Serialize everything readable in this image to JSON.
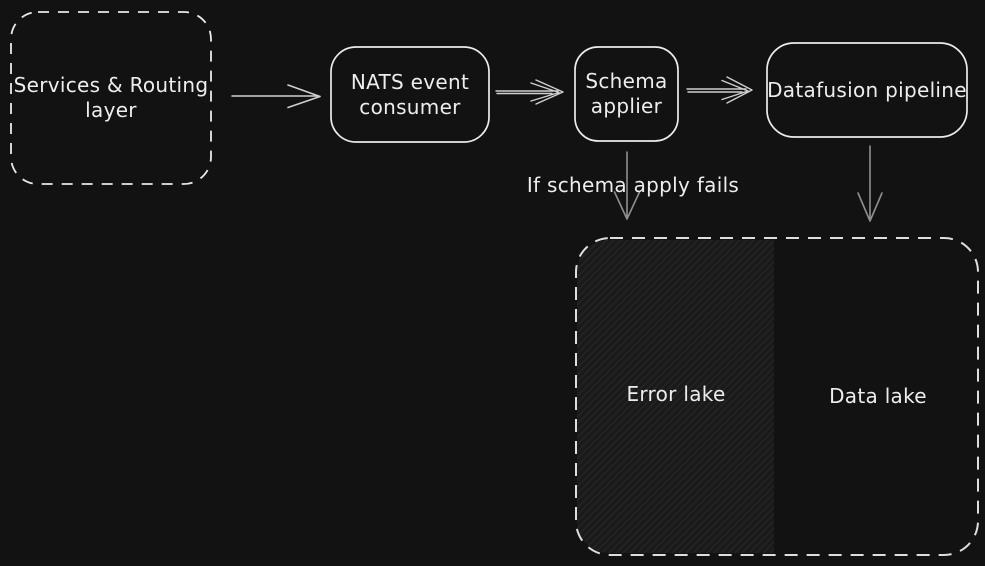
{
  "colors": {
    "background": "#121212",
    "stroke": "#e9e9e9",
    "dashed_stroke": "#dedede",
    "arrow": "#cfcfcf",
    "arrow_muted": "#8f8f8f",
    "hatch_base": "#1a1a1a",
    "hatch_line": "#272727"
  },
  "nodes": {
    "services": {
      "lines": [
        "Services & Routing",
        "layer"
      ],
      "shape": "dashed-rounded-rect"
    },
    "nats": {
      "lines": [
        "NATS event",
        "consumer"
      ],
      "shape": "rounded-rect"
    },
    "schema": {
      "lines": [
        "Schema",
        "applier"
      ],
      "shape": "rounded-rect"
    },
    "datafusion": {
      "lines": [
        "Datafusion pipeline"
      ],
      "shape": "rounded-rect"
    },
    "lake_container": {
      "shape": "dashed-rounded-rect"
    },
    "error_lake": {
      "lines": [
        "Error lake"
      ],
      "fill": "diagonal-hatch"
    },
    "data_lake": {
      "lines": [
        "Data lake"
      ]
    }
  },
  "edges": [
    {
      "from": "services",
      "to": "nats",
      "label": ""
    },
    {
      "from": "nats",
      "to": "schema",
      "label": ""
    },
    {
      "from": "schema",
      "to": "datafusion",
      "label": ""
    },
    {
      "from": "schema",
      "to": "error_lake",
      "label": "If schema apply fails"
    },
    {
      "from": "datafusion",
      "to": "data_lake",
      "label": ""
    }
  ]
}
